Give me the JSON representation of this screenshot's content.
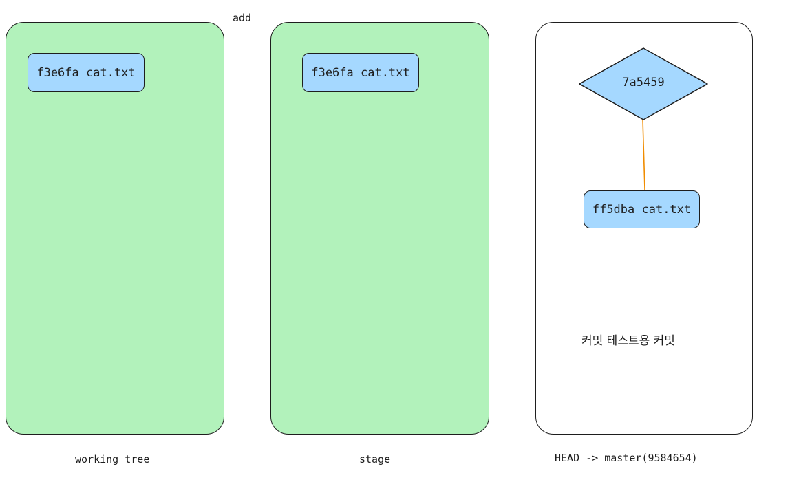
{
  "labels": {
    "add": "add",
    "working_tree": "working tree",
    "stage": "stage",
    "head": "HEAD -> master(9584654)"
  },
  "working_tree": {
    "blob": "f3e6fa cat.txt"
  },
  "stage": {
    "blob": "f3e6fa cat.txt"
  },
  "repository": {
    "commit_hash": "7a5459",
    "blob": "ff5dba cat.txt",
    "commit_message": "커밋 테스트용 커밋"
  },
  "colors": {
    "panel_green": "#b2f2bb",
    "blob_blue": "#a5d8ff",
    "connector_orange": "#f08c00",
    "stroke": "#1e1e1e"
  }
}
